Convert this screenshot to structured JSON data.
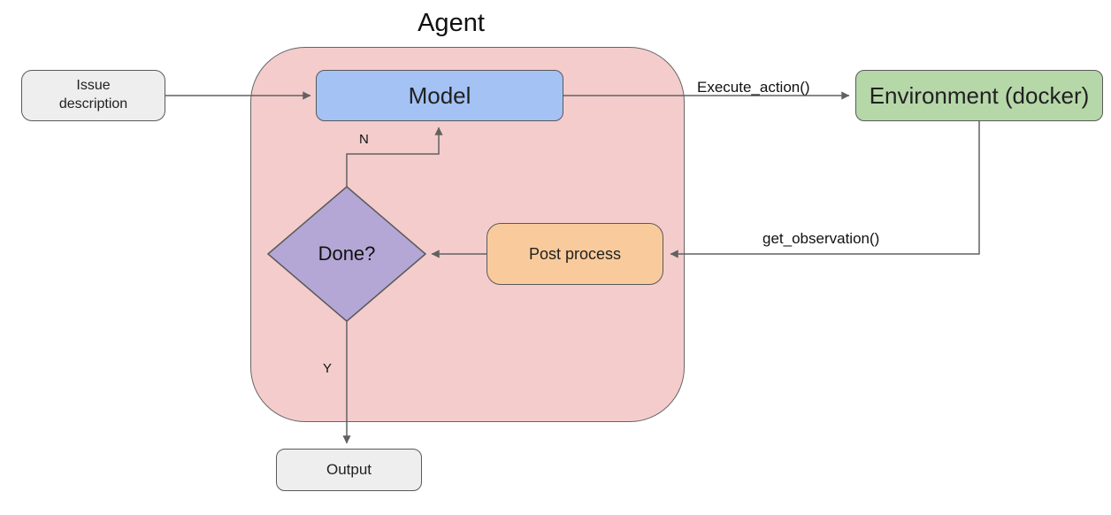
{
  "diagram": {
    "title": "Agent",
    "nodes": {
      "issue": {
        "line1": "Issue",
        "line2": "description"
      },
      "model": {
        "label": "Model"
      },
      "environment": {
        "label": "Environment (docker)"
      },
      "post_process": {
        "label": "Post process"
      },
      "done": {
        "label": "Done?"
      },
      "output": {
        "label": "Output"
      }
    },
    "edges": {
      "execute_action": {
        "label": "Execute_action()"
      },
      "get_observation": {
        "label": "get_observation()"
      },
      "no_branch": {
        "label": "N"
      },
      "yes_branch": {
        "label": "Y"
      }
    },
    "colors": {
      "agent_container_fill": "#f4cccc",
      "model_fill": "#a4c2f4",
      "environment_fill": "#b6d7a8",
      "post_process_fill": "#f9cb9c",
      "done_fill": "#b4a7d6",
      "terminal_fill": "#eeeeee",
      "shape_border": "#595959",
      "arrow": "#616161",
      "background": "#ffffff"
    }
  }
}
